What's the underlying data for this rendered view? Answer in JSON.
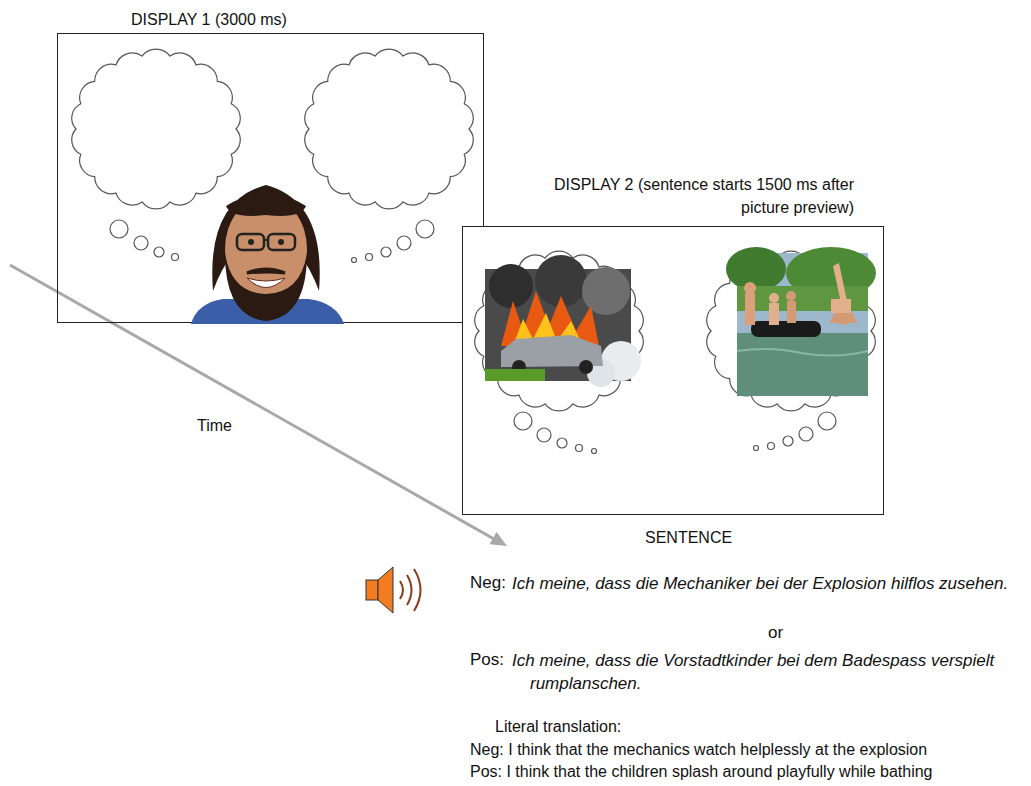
{
  "diagram": {
    "nodes": [
      {
        "text": [
          "DISPLAY 1 (3000 ms)"
        ]
      },
      {
        "text": [
          "DISPLAY 2 (sentence starts 1500 ms after picture preview)"
        ]
      }
    ],
    "labels": [
      "Time",
      "SENTENCE",
      "Neg:",
      "Ich meine, dass die Mechaniker bei der Explosion hilflos zusehen.",
      "or",
      "Pos:",
      "Ich meine, dass die Vorstadtkinder bei dem Badespass verspielt rumplanschen.",
      "Literal translation:",
      "Neg: I think that the mechanics watch helplessly at the explosion",
      "Pos: I think that the children splash around playfully while bathing"
    ]
  }
}
